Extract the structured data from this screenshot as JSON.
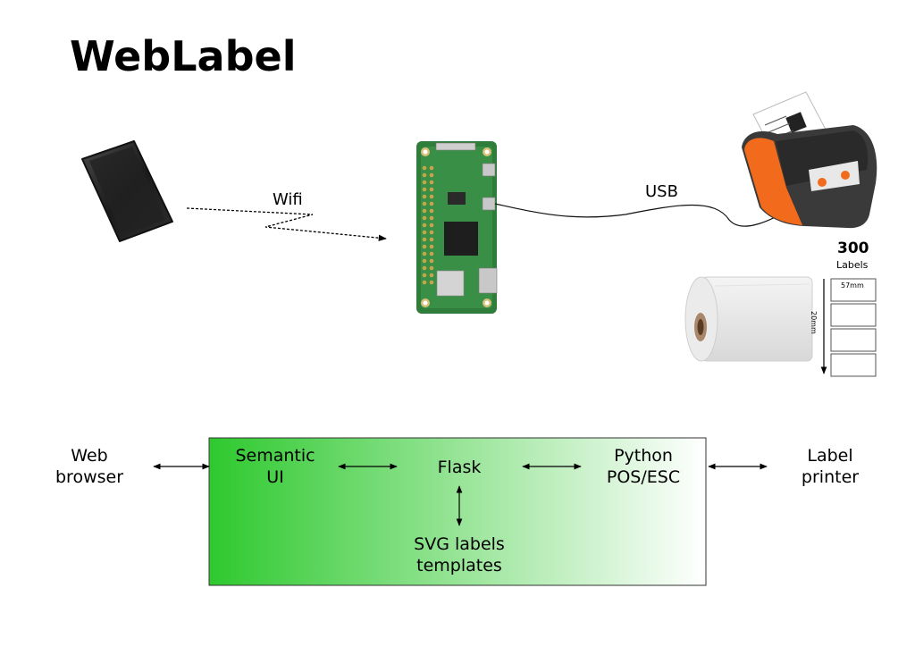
{
  "title": "WebLabel",
  "links": {
    "wifi": "Wifi",
    "usb": "USB"
  },
  "label_roll": {
    "count": "300",
    "count_unit": "Labels",
    "width": "57mm",
    "height": "20mm"
  },
  "flow": {
    "web_browser": "Web\nbrowser",
    "semantic_ui": "Semantic\nUI",
    "flask": "Flask",
    "python_pos": "Python\nPOS/ESC",
    "label_printer": "Label\nprinter",
    "svg_templates": "SVG labels\ntemplates"
  },
  "colors": {
    "box_gradient_start": "#2ec92e",
    "box_gradient_end": "#ffffff",
    "printer_orange": "#f26a1b",
    "printer_body": "#3a3a3a",
    "pcb_green": "#2e7d3a"
  }
}
